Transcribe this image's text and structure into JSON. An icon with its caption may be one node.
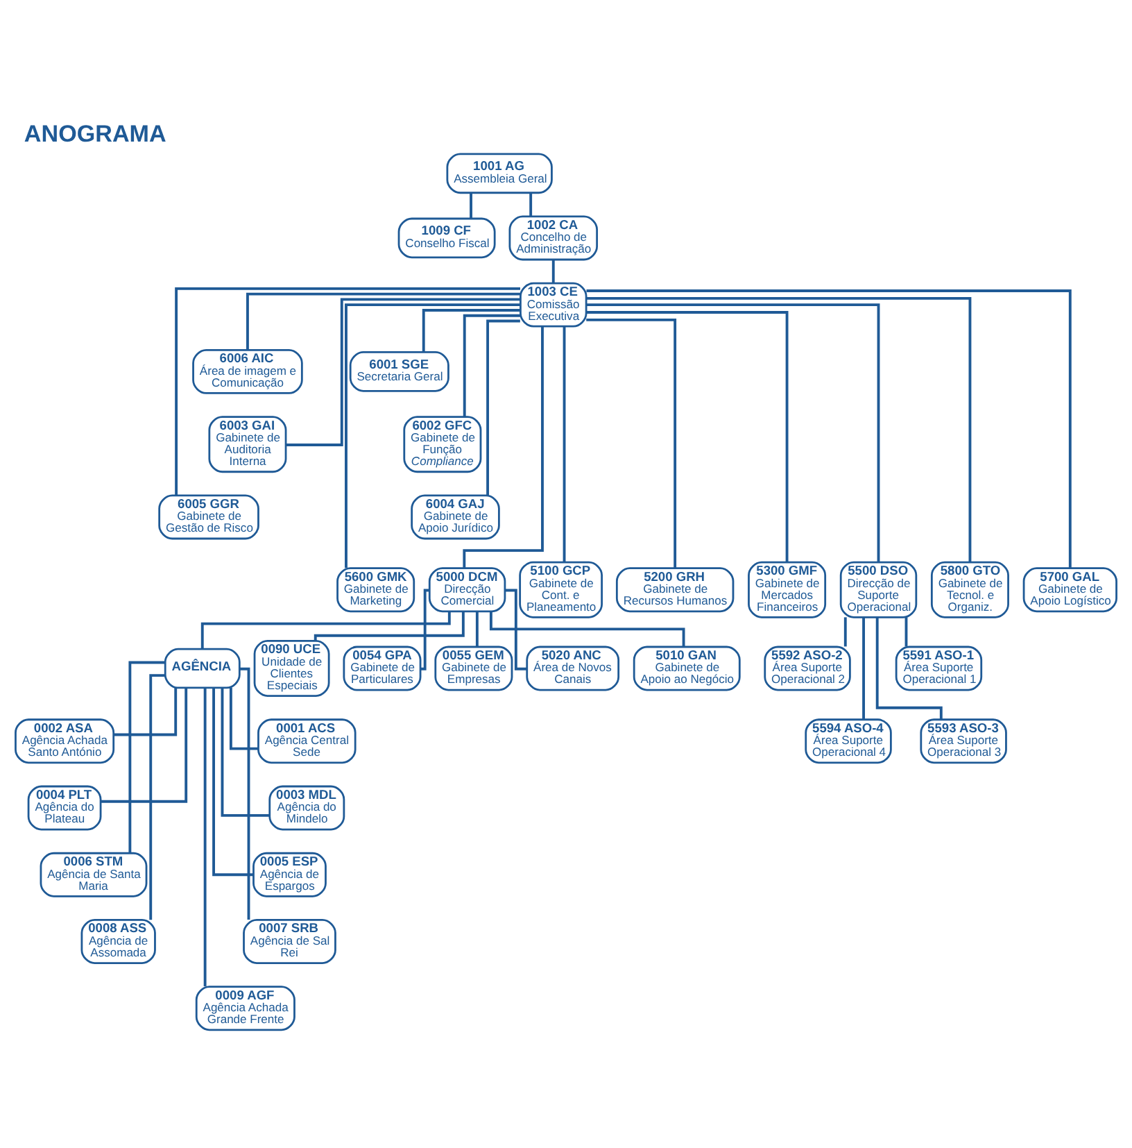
{
  "diagram": {
    "title": "ANOGRAMA",
    "nodes": [
      {
        "text": [
          "1001 AG",
          "Assembleia Geral"
        ]
      },
      {
        "text": [
          "1009 CF",
          "Conselho Fiscal"
        ]
      },
      {
        "text": [
          "1002 CA",
          "Concelho de Administração"
        ]
      },
      {
        "text": [
          "1003 CE",
          "Comissão Executiva"
        ]
      },
      {
        "text": [
          "6006 AIC",
          "Área de imagem e Comunicação"
        ]
      },
      {
        "text": [
          "6001 SGE",
          "Secretaria Geral"
        ]
      },
      {
        "text": [
          "6003 GAI",
          "Gabinete de Auditoria Interna"
        ]
      },
      {
        "text": [
          "6002 GFC",
          "Gabinete de Função *Compliance*"
        ]
      },
      {
        "text": [
          "6005 GGR",
          "Gabinete de Gestão de Risco"
        ]
      },
      {
        "text": [
          "6004 GAJ",
          "Gabinete de Apoio Jurídico"
        ]
      },
      {
        "text": [
          "5600 GMK",
          "Gabinete de Marketing"
        ]
      },
      {
        "text": [
          "5000 DCM",
          "Direcção Comercial"
        ]
      },
      {
        "text": [
          "5100 GCP",
          "Gabinete de Cont. e Planeamento"
        ]
      },
      {
        "text": [
          "5200 GRH",
          "Gabinete de Recursos Humanos"
        ]
      },
      {
        "text": [
          "5300 GMF",
          "Gabinete de Mercados Financeiros"
        ]
      },
      {
        "text": [
          "5500 DSO",
          "Direcção de Suporte Operacional"
        ]
      },
      {
        "text": [
          "5800 GTO",
          "Gabinete de Tecnol. e Organiz."
        ]
      },
      {
        "text": [
          "5700 GAL",
          "Gabinete de Apoio Logístico"
        ]
      },
      {
        "text": [
          "0054 GPA",
          "Gabinete de Particulares"
        ]
      },
      {
        "text": [
          "0055 GEM",
          "Gabinete de Empresas"
        ]
      },
      {
        "text": [
          "5020 ANC",
          "Área de Novos Canais"
        ]
      },
      {
        "text": [
          "5010 GAN",
          "Gabinete de Apoio ao Negócio"
        ]
      },
      {
        "text": [
          "AGÊNCIA"
        ]
      },
      {
        "text": [
          "0090 UCE",
          "Unidade de Clientes Especiais"
        ]
      },
      {
        "text": [
          "5591 ASO-1",
          "Área Suporte Operacional 1"
        ]
      },
      {
        "text": [
          "5592 ASO-2",
          "Área Suporte Operacional 2"
        ]
      },
      {
        "text": [
          "5593 ASO-3",
          "Área Suporte Operacional 3"
        ]
      },
      {
        "text": [
          "5594 ASO-4",
          "Área Suporte Operacional 4"
        ]
      },
      {
        "text": [
          "0001 ACS",
          "Agência Central Sede"
        ]
      },
      {
        "text": [
          "0002 ASA",
          "Agência Achada Santo António"
        ]
      },
      {
        "text": [
          "0003 MDL",
          "Agência do Mindelo"
        ]
      },
      {
        "text": [
          "0004 PLT",
          "Agência do Plateau"
        ]
      },
      {
        "text": [
          "0005 ESP",
          "Agência de Espargos"
        ]
      },
      {
        "text": [
          "0006 STM",
          "Agência de Santa Maria"
        ]
      },
      {
        "text": [
          "0007 SRB",
          "Agência de Sal Rei"
        ]
      },
      {
        "text": [
          "0008 ASS",
          "Agência de Assomada"
        ]
      },
      {
        "text": [
          "0009 AGF",
          "Agência Achada Grande Frente"
        ]
      }
    ],
    "edges": [
      {
        "from": 0,
        "to": 1,
        "arrow": "none"
      },
      {
        "from": 0,
        "to": 2,
        "arrow": "none"
      },
      {
        "from": 2,
        "to": 3,
        "arrow": "none"
      },
      {
        "from": 3,
        "to": 4,
        "arrow": "none"
      },
      {
        "from": 3,
        "to": 5,
        "arrow": "none"
      },
      {
        "from": 3,
        "to": 6,
        "arrow": "none"
      },
      {
        "from": 3,
        "to": 7,
        "arrow": "none"
      },
      {
        "from": 3,
        "to": 8,
        "arrow": "none"
      },
      {
        "from": 3,
        "to": 9,
        "arrow": "none"
      },
      {
        "from": 3,
        "to": 10,
        "arrow": "none"
      },
      {
        "from": 3,
        "to": 11,
        "arrow": "none"
      },
      {
        "from": 3,
        "to": 12,
        "arrow": "none"
      },
      {
        "from": 3,
        "to": 13,
        "arrow": "none"
      },
      {
        "from": 3,
        "to": 14,
        "arrow": "none"
      },
      {
        "from": 3,
        "to": 15,
        "arrow": "none"
      },
      {
        "from": 3,
        "to": 16,
        "arrow": "none"
      },
      {
        "from": 3,
        "to": 17,
        "arrow": "none"
      },
      {
        "from": 11,
        "to": 18,
        "arrow": "none"
      },
      {
        "from": 11,
        "to": 19,
        "arrow": "none"
      },
      {
        "from": 11,
        "to": 20,
        "arrow": "none"
      },
      {
        "from": 11,
        "to": 21,
        "arrow": "none"
      },
      {
        "from": 11,
        "to": 22,
        "arrow": "none"
      },
      {
        "from": 11,
        "to": 23,
        "arrow": "none"
      },
      {
        "from": 15,
        "to": 24,
        "arrow": "none"
      },
      {
        "from": 15,
        "to": 25,
        "arrow": "none"
      },
      {
        "from": 15,
        "to": 26,
        "arrow": "none"
      },
      {
        "from": 15,
        "to": 27,
        "arrow": "none"
      },
      {
        "from": 22,
        "to": 28,
        "arrow": "none"
      },
      {
        "from": 22,
        "to": 29,
        "arrow": "none"
      },
      {
        "from": 22,
        "to": 30,
        "arrow": "none"
      },
      {
        "from": 22,
        "to": 31,
        "arrow": "none"
      },
      {
        "from": 22,
        "to": 32,
        "arrow": "none"
      },
      {
        "from": 22,
        "to": 33,
        "arrow": "none"
      },
      {
        "from": 22,
        "to": 34,
        "arrow": "none"
      },
      {
        "from": 22,
        "to": 35,
        "arrow": "none"
      },
      {
        "from": 22,
        "to": 36,
        "arrow": "none"
      }
    ]
  }
}
